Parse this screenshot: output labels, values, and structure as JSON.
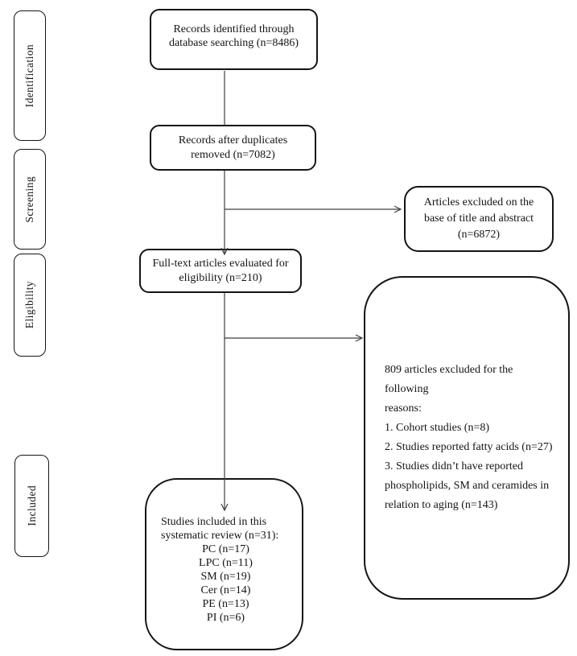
{
  "page": {
    "background_color": "#ffffff",
    "ink_color": "#141414",
    "connector_color": "#3f3f3f"
  },
  "stages": [
    {
      "label": "Identification"
    },
    {
      "label": "Screening"
    },
    {
      "label": "Eligibility"
    },
    {
      "label": "Included"
    }
  ],
  "flow": {
    "records_identified": {
      "lines": [
        "Records identified through",
        "database searching (n=8486)"
      ]
    },
    "duplicates_removed": {
      "lines": [
        "Records after duplicates",
        "removed (n=7082)"
      ]
    },
    "title_abstract_excluded": {
      "lines": [
        "Articles excluded on the",
        "base of title and abstract",
        "(n=6872)"
      ]
    },
    "fulltext_evaluated": {
      "lines": [
        "Full-text articles evaluated for",
        "eligibility (n=210)"
      ]
    },
    "fulltext_excluded": {
      "lines": [
        "809 articles excluded for the following",
        "reasons:",
        "1. Cohort studies (n=8)",
        "2. Studies reported fatty acids (n=27)",
        "3. Studies didn’t have reported",
        "phospholipids, SM and ceramides in",
        "relation to aging (n=143)"
      ]
    },
    "included_studies": {
      "lines": [
        "Studies included in this",
        "systematic review (n=31):",
        "PC (n=17)",
        "LPC (n=11)",
        "SM (n=19)",
        "Cer (n=14)",
        "PE (n=13)",
        "PI (n=6)"
      ]
    }
  }
}
